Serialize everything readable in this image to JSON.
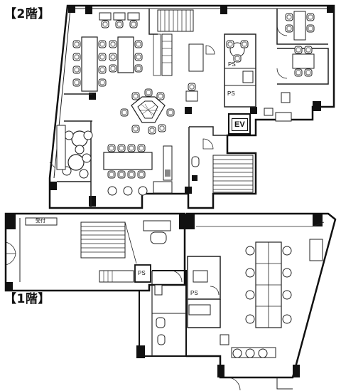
{
  "floors": {
    "second": {
      "label": "【2階】"
    },
    "first": {
      "label": "【1階】"
    }
  },
  "tags": {
    "ev": "EV",
    "ps_upper_1": "PS",
    "ps_upper_2": "PS",
    "ps_lower_1": "PS",
    "ps_lower_2": "PS",
    "reception": "受付"
  },
  "colors": {
    "wall": "#111111",
    "line": "#222222",
    "thin": "#555555",
    "fill": "#ffffff"
  }
}
